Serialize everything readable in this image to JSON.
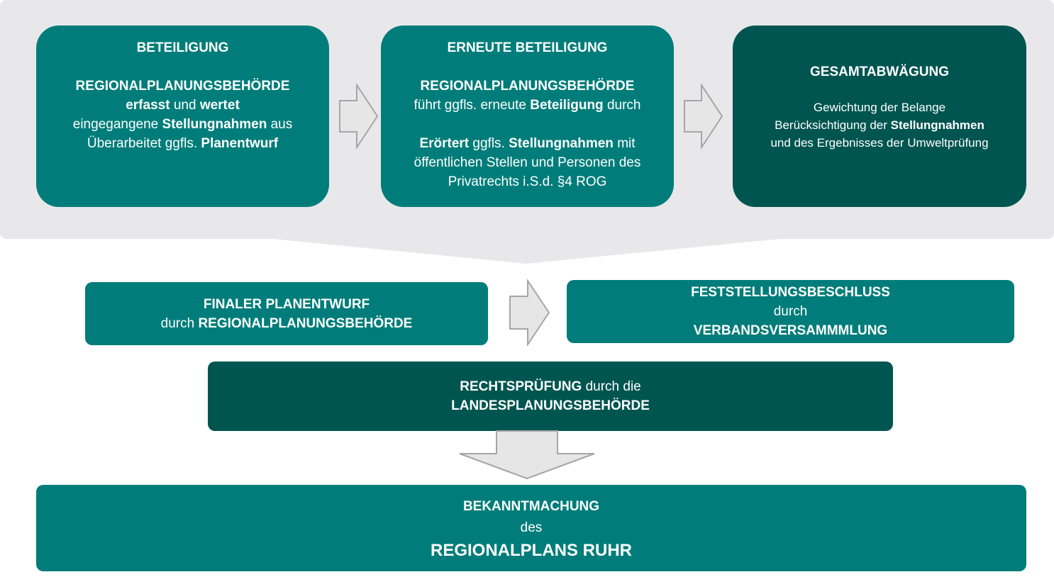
{
  "beteiligung": {
    "title": "BETEILIGUNG",
    "authority": "REGIONALPLANUNGSBEHÖRDE",
    "l1_a": "erfasst",
    "l1_b": " und ",
    "l1_c": "wertet",
    "l2_a": "eingegangene ",
    "l2_b": "Stellungnahmen",
    "l2_c": " aus",
    "l3_a": "Überarbeitet ggfls. ",
    "l3_b": "Planentwurf"
  },
  "erneute": {
    "title": "ERNEUTE BETEILIGUNG",
    "authority": "REGIONALPLANUNGSBEHÖRDE",
    "l1_a": "führt ggfls. erneute ",
    "l1_b": "Beteiligung",
    "l1_c": " durch",
    "l2_a": "Erörtert",
    "l2_b": " ggfls. ",
    "l2_c": "Stellungnahmen",
    "l2_d": " mit",
    "l3": "öffentlichen Stellen und Personen des",
    "l4": "Privatrechts i.S.d. §4 ROG"
  },
  "gesamt": {
    "title": "GESAMTABWÄGUNG",
    "l1": "Gewichtung der Belange",
    "l2_a": "Berücksichtigung der ",
    "l2_b": "Stellungnahmen",
    "l3": "und des Ergebnisses der Umweltprüfung"
  },
  "finaler": {
    "title": "FINALER PLANENTWURF",
    "l2_a": "durch ",
    "l2_b": "REGIONALPLANUNGSBEHÖRDE"
  },
  "feststellung": {
    "title": "FESTSTELLUNGSBESCHLUSS",
    "l2": "durch",
    "l3": "VERBANDSVERSAMMMLUNG"
  },
  "rechts": {
    "l1_a": "RECHTSPRÜFUNG",
    "l1_b": " durch die",
    "l2": "LANDESPLANUNGSBEHÖRDE"
  },
  "bekannt": {
    "title": "BEKANNTMACHUNG",
    "l2": "des",
    "l3": "REGIONALPLANS RUHR"
  },
  "colors": {
    "teal": "#007d7a",
    "dark_teal": "#005550",
    "panel_gray": "#e8e8ea",
    "arrow_fill": "#e6e6e6",
    "arrow_stroke": "#a6a6a6"
  }
}
